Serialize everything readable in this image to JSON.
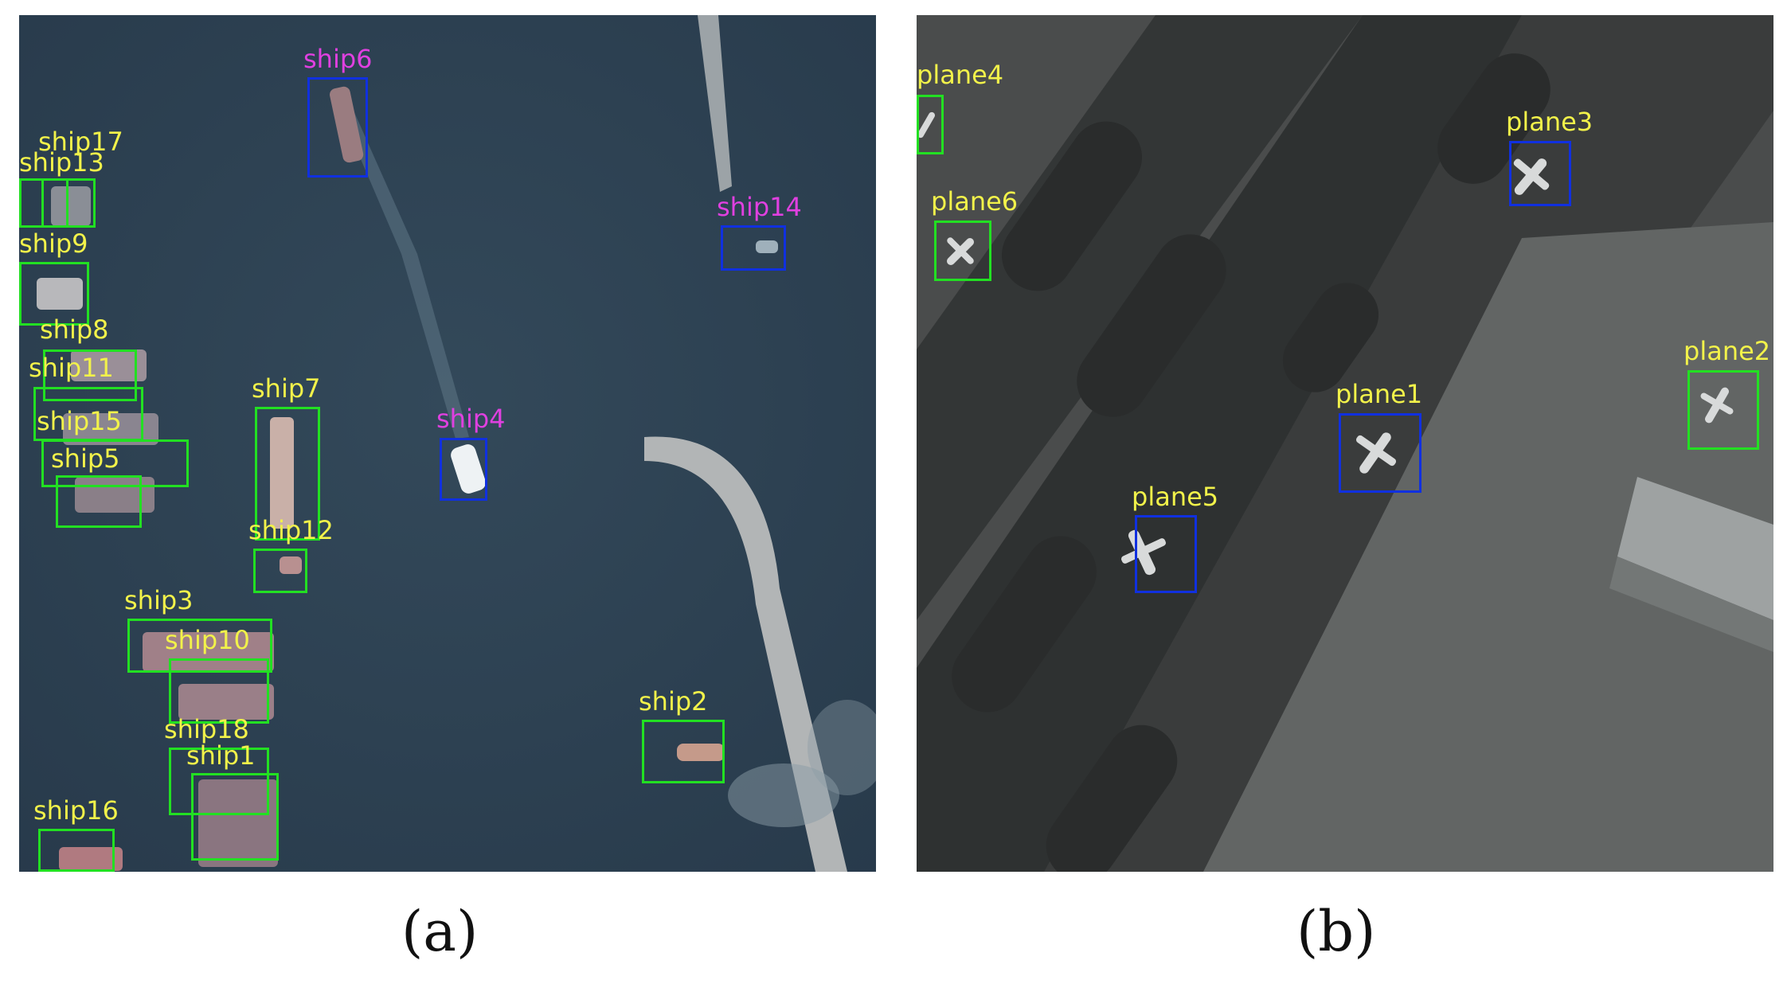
{
  "captions": {
    "a": "(a)",
    "b": "(b)"
  },
  "colors": {
    "box_green": "#22e022",
    "box_blue": "#1030e0",
    "label_yellow": "#f2f24a",
    "label_magenta": "#e040e0",
    "water": "#2f4352",
    "airport": "#4a4c4c"
  },
  "panel_a": {
    "labels": {
      "ship1": "ship1",
      "ship2": "ship2",
      "ship3": "ship3",
      "ship4": "ship4",
      "ship5": "ship5",
      "ship6": "ship6",
      "ship7": "ship7",
      "ship8": "ship8",
      "ship9": "ship9",
      "ship10": "ship10",
      "ship11": "ship11",
      "ship12": "ship12",
      "ship13": "ship13",
      "ship14": "ship14",
      "ship15": "ship15",
      "ship16": "ship16",
      "ship17": "ship17",
      "ship18": "ship18"
    }
  },
  "panel_b": {
    "labels": {
      "plane1": "plane1",
      "plane2": "plane2",
      "plane3": "plane3",
      "plane4": "plane4",
      "plane5": "plane5",
      "plane6": "plane6"
    }
  }
}
